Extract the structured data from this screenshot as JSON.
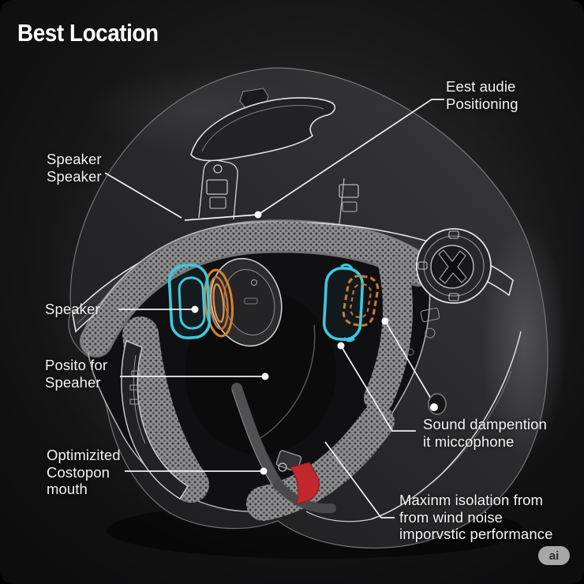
{
  "title": "Best Location",
  "badge_label": "ai",
  "labels": {
    "top_right": {
      "line1": "Eest audie",
      "line2": "Positioning"
    },
    "speaker_top": {
      "line1": "Speaker",
      "line2": "Speaker"
    },
    "speaker_mid": {
      "line1": "Speaker"
    },
    "posito": {
      "line1": "Posito for",
      "line2": "Speaher"
    },
    "optimizited": {
      "line1": "Optimizited",
      "line2": "Costopon",
      "line3": "mouth"
    },
    "sound": {
      "line1": "Sound dampention",
      "line2": "it miccophone"
    },
    "maxinm": {
      "line1": "Maxinm isolation from",
      "line2": "from wind noise",
      "line3": "imporvstic performance"
    }
  },
  "colors": {
    "accent_cyan": "#3cc9de",
    "accent_orange": "#d9822e",
    "accent_red": "#c1272d",
    "line_white": "#f0f0f0",
    "background": "#141415"
  }
}
